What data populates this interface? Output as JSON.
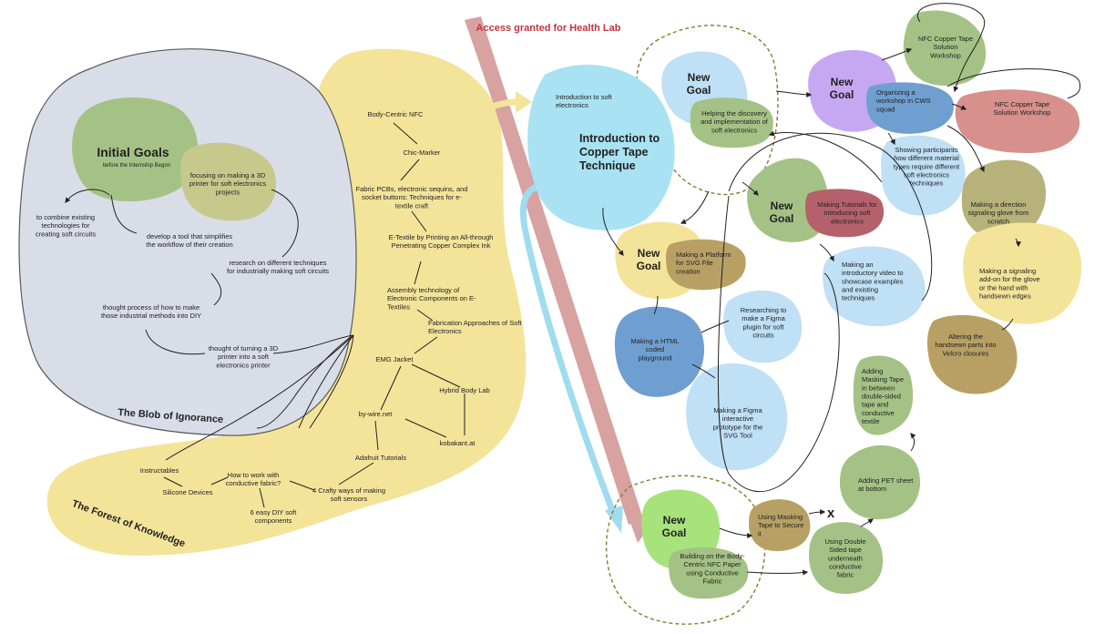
{
  "header": {
    "access_banner": "Access granted for Health Lab"
  },
  "colors": {
    "ignorance_blob": "#d9dde8",
    "forest_blob": "#f4e49a",
    "green": "#a4c285",
    "sage": "#c7c98c",
    "light_blue": "#bfe0f5",
    "cyan": "#a9e2f2",
    "purple": "#c6a8f2",
    "steel_blue": "#6f9fd0",
    "rose": "#d7908c",
    "crimson": "#b5616b",
    "khaki": "#b8a065",
    "olive": "#b6b279",
    "lime": "#a8e27a",
    "arrow": "#cf9a98"
  },
  "left": {
    "ignorance_label": "The Blob of Ignorance",
    "forest_label": "The Forest of Knowledge",
    "initial_goals_title": "Initial Goals",
    "initial_goals_subtitle": "before the Internship Begon",
    "goal_3d_printer": [
      "focusing on making a 3D",
      "printer for soft electronics",
      "projects"
    ],
    "combine_tech": [
      "to combine existing",
      "technologies for",
      "creating soft circuits"
    ],
    "develop_tool": [
      "develop a tool that simplifies",
      "the workflow of their creation"
    ],
    "research_techniques": [
      "research on different techniques",
      "for industrially making soft circuits"
    ],
    "thought_process": [
      "thought process of how to make",
      "those industrial methods into DIY"
    ],
    "thought_printer": [
      "thought of turning a 3D",
      "printer into a soft",
      "electronics printer"
    ]
  },
  "forest": {
    "body_centric": "Body-Centric NFC",
    "chic_marker": "Chic-Marker",
    "fabric_pcbs": [
      "Fabric PCBs, electronic sequins, and",
      "socket buttons: Techniques for e-",
      "textile craft"
    ],
    "etextile_ink": [
      "E-Textile by Printing an All-through",
      "Penetrating Copper Complex Ink"
    ],
    "assembly_tech": [
      "Assembly technology of",
      "Electronic Components on E-",
      "Textiles"
    ],
    "fabrication": [
      "Fabrication Approaches of Soft",
      "Electronics"
    ],
    "emg_jacket": "EMG Jacket",
    "hybrid_body": "Hybrid Body Lab",
    "by_wire": "by-wire.net",
    "kobakant": "kobakant.at",
    "adafruit": "Adafruit Tutorials",
    "instructables": "Instructables",
    "silicone": "Silicone Devices",
    "conductive_fabric": [
      "How to work with",
      "conductive fabric?"
    ],
    "crafty": [
      "4 Crafty ways of making",
      "soft sensors"
    ],
    "diy_components": [
      "6 easy DIY soft",
      "components"
    ]
  },
  "right": {
    "intro_soft": [
      "Introduction to soft",
      "electronics"
    ],
    "intro_copper": [
      "Introduction to",
      "Copper Tape",
      "Technique"
    ],
    "new_goal": [
      "New",
      "Goal"
    ],
    "helping_discovery": [
      "Helping the discovery",
      "and implementation of",
      "soft electronics"
    ],
    "nfc_workshop_green": [
      "NFC Copper Tape",
      "Solution",
      "Workshop"
    ],
    "organizing_workshop": [
      "Organizing a",
      "workshop in CWS",
      "squad"
    ],
    "nfc_workshop_rose": [
      "NFC Copper Tape",
      "Solution Workshop"
    ],
    "showing_participants": [
      "Showing participants",
      "how different material",
      "types require different",
      "soft electronics",
      "techniques"
    ],
    "direction_glove": [
      "Making a direction",
      "signaling glove from",
      "scratch"
    ],
    "making_tutorials": [
      "Making Tutorials for",
      "introducing soft",
      "electronics"
    ],
    "platform_svg": [
      "Making a Platform",
      "for SVG File",
      "creation"
    ],
    "intro_video": [
      "Making an",
      "introductory video to",
      "showcase examples",
      "and existing",
      "techniques"
    ],
    "signal_addon": [
      "Making a signaling",
      "add-on for the glove",
      "or the hand with",
      "handsewn edges"
    ],
    "altering_parts": [
      "Altering the",
      "handsewn parts into",
      "Velcro closures"
    ],
    "figma_research": [
      "Researching to",
      "make a Figma",
      "plugin for soft",
      "circuits"
    ],
    "html_playground": [
      "Making a HTML",
      "coded",
      "playground"
    ],
    "figma_prototype": [
      "Making a Figma",
      "interactive",
      "prototype for the",
      "SVG Tool"
    ],
    "masking_tape": [
      "Adding",
      "Masking Tape",
      "in between",
      "double-sided",
      "tape and",
      "conductive",
      "textile"
    ],
    "pet_sheet": [
      "Adding PET sheet",
      "at bottom"
    ],
    "using_masking": [
      "Using Masking",
      "Tape to Secure",
      "it"
    ],
    "cross_mark": "x",
    "body_centric_paper": [
      "Building on the Body-",
      "Centric NFC Paper",
      "using Conductive",
      "Fabric"
    ],
    "double_sided": [
      "Using Double",
      "Sided tape",
      "underneath",
      "conductive",
      "fabric"
    ]
  }
}
